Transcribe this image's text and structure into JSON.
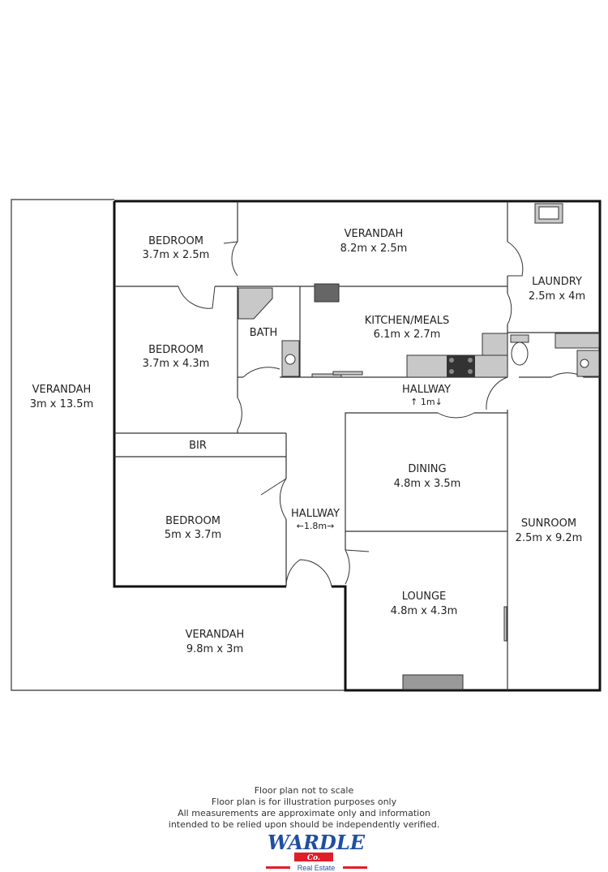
{
  "rooms": {
    "bedroom1": {
      "name": "BEDROOM",
      "size": "3.7m x 2.5m"
    },
    "verandah_top": {
      "name": "VERANDAH",
      "size": "8.2m x 2.5m"
    },
    "laundry": {
      "name": "LAUNDRY",
      "size": "2.5m x 4m"
    },
    "bedroom2": {
      "name": "BEDROOM",
      "size": "3.7m x 4.3m"
    },
    "bath": {
      "name": "BATH"
    },
    "kitchen": {
      "name": "KITCHEN/MEALS",
      "size": "6.1m x 2.7m"
    },
    "hallway1": {
      "name": "HALLWAY",
      "size": "↑ 1m↓"
    },
    "verandah_left": {
      "name": "VERANDAH",
      "size": "3m x 13.5m"
    },
    "bir": {
      "name": "BIR"
    },
    "dining": {
      "name": "DINING",
      "size": "4.8m x 3.5m"
    },
    "bedroom3": {
      "name": "BEDROOM",
      "size": "5m x 3.7m"
    },
    "hallway2": {
      "name": "HALLWAY",
      "size": "←1.8m→"
    },
    "sunroom": {
      "name": "SUNROOM",
      "size": "2.5m x 9.2m"
    },
    "lounge": {
      "name": "LOUNGE",
      "size": "4.8m x 4.3m"
    },
    "verandah_bottom": {
      "name": "VERANDAH",
      "size": "9.8m x 3m"
    }
  },
  "disclaimer": [
    "Floor plan not to scale",
    "Floor plan is for illustration purposes only",
    "All measurements are approximate only and information",
    "intended to be relied upon should be independently verified."
  ],
  "logo": {
    "brand": "WARDLE",
    "co": "Co.",
    "tagline": "Real Estate",
    "colors": {
      "blue": "#1f4fa0",
      "red": "#e01e2a"
    }
  }
}
